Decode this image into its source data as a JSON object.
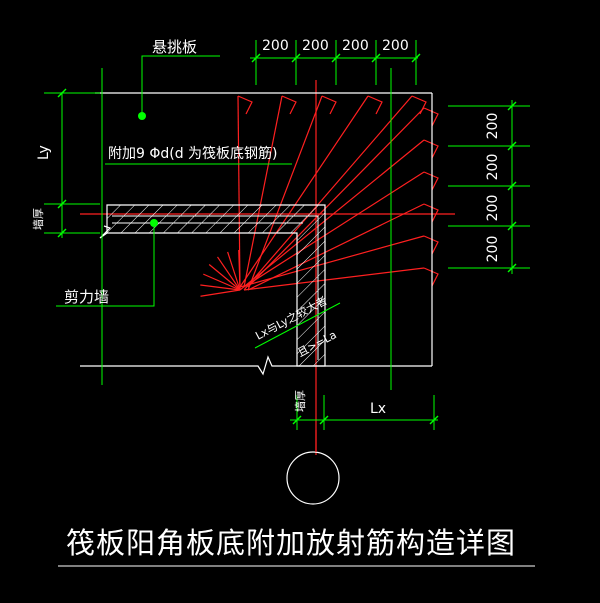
{
  "title": "筏板阳角板底附加放射筋构造详图",
  "labels": {
    "cantilever": "悬挑板",
    "add_bars": "附加9 Φd(d 为筏板底钢筋)",
    "wall_left": "墙厚",
    "shear_wall": "剪力墙",
    "diag_1": "Lx与Ly之较大者",
    "diag_2": "且>=La",
    "wall_bottom": "墙厚",
    "lx": "Lx",
    "ly": "Ly"
  },
  "dims_top": [
    "200",
    "200",
    "200",
    "200"
  ],
  "dims_right": [
    "200",
    "200",
    "200",
    "200"
  ],
  "colors": {
    "background": "#000000",
    "line": "#ffffff",
    "rebar": "#ff2020",
    "dimension": "#00ff00",
    "leader": "#00ff00"
  }
}
